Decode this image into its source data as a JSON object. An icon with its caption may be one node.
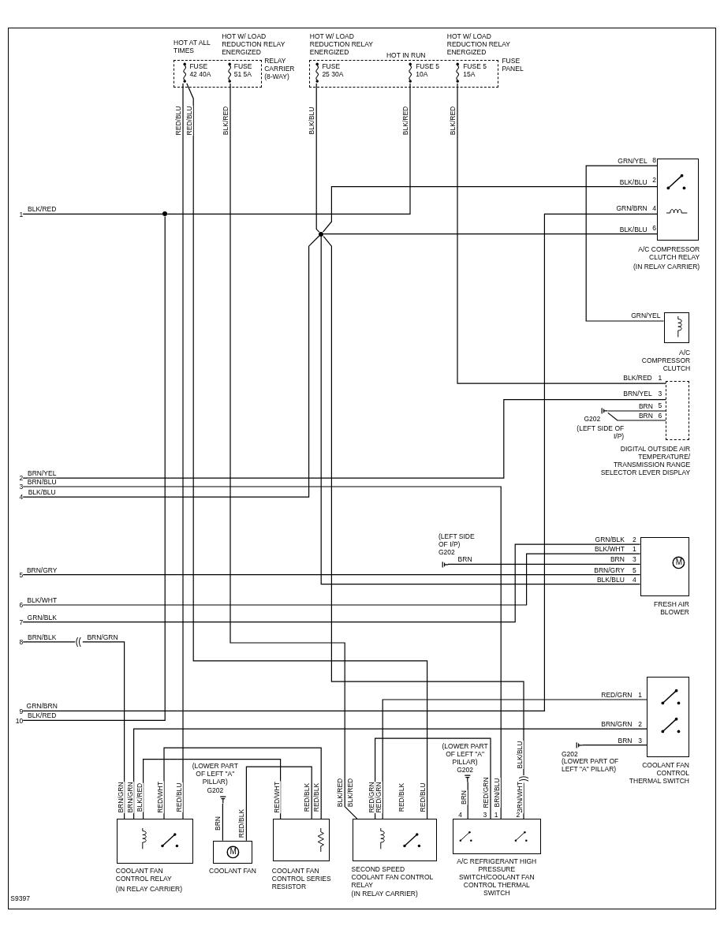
{
  "diagram": {
    "nodes": [
      {
        "text": [
          "RELAY CARRIER (8-WAY)"
        ]
      },
      {
        "text": [
          "FUSE 42 40A"
        ],
        "in": 0,
        "beside": [
          "HOT AT ALL TIMES"
        ]
      },
      {
        "text": [
          "FUSE 51 5A"
        ],
        "in": 0,
        "beside": [
          "HOT W/ LOAD REDUCTION RELAY ENERGIZED"
        ]
      },
      {
        "text": [
          "FUSE PANEL"
        ]
      },
      {
        "text": [
          "FUSE 25 30A"
        ],
        "in": 3,
        "beside": [
          "HOT W/ LOAD REDUCTION RELAY ENERGIZED"
        ]
      },
      {
        "text": [
          "FUSE 5 10A"
        ],
        "in": 3,
        "beside": [
          "HOT IN RUN"
        ]
      },
      {
        "text": [
          "FUSE 5 15A"
        ],
        "in": 3,
        "beside": [
          "HOT W/ LOAD REDUCTION RELAY ENERGIZED"
        ]
      },
      {
        "text": [
          "A/C COMPRESSOR CLUTCH RELAY",
          "(IN RELAY CARRIER)"
        ]
      },
      {
        "text": [
          "A/C COMPRESSOR CLUTCH"
        ]
      },
      {
        "text": [
          "DIGITAL OUTSIDE AIR TEMPERATURE/ TRANSMISSION RANGE SELECTOR LEVER DISPLAY"
        ]
      },
      {
        "text": [
          "FRESH AIR BLOWER"
        ]
      },
      {
        "text": [
          "COOLANT FAN CONTROL THERMAL SWITCH"
        ]
      },
      {
        "text": [
          "COOLANT FAN CONTROL RELAY",
          "(IN RELAY CARRIER)"
        ]
      },
      {
        "text": [
          "COOLANT FAN"
        ]
      },
      {
        "text": [
          "COOLANT FAN CONTROL SERIES RESISTOR"
        ]
      },
      {
        "text": [
          "SECOND SPEED COOLANT FAN CONTROL RELAY",
          "(IN RELAY CARRIER)"
        ]
      },
      {
        "text": [
          "A/C REFRIGERANT HIGH PRESSURE SWITCH/COOLANT FAN CONTROL THERMAL SWITCH"
        ]
      },
      {
        "text": [
          "G202",
          "(LEFT SIDE OF I/P)"
        ]
      },
      {
        "text": [
          "(LEFT SIDE OF I/P)",
          "G202"
        ]
      },
      {
        "text": [
          "G202",
          "(LOWER PART OF LEFT \"A\" PILLAR)"
        ]
      },
      {
        "text": [
          "(LOWER PART OF LEFT \"A\" PILLAR)",
          "G202"
        ]
      },
      {
        "text": [
          "(LOWER PART OF LEFT \"A\" PILLAR)",
          "G202"
        ]
      },
      {
        "text": [],
        "shape": "circle"
      },
      {
        "text": [],
        "shape": "circle"
      },
      {
        "text": [
          "1"
        ]
      },
      {
        "text": [
          "2"
        ]
      },
      {
        "text": [
          "3"
        ]
      },
      {
        "text": [
          "4"
        ]
      },
      {
        "text": [
          "5"
        ]
      },
      {
        "text": [
          "6"
        ]
      },
      {
        "text": [
          "7"
        ]
      },
      {
        "text": [
          "8"
        ]
      },
      {
        "text": [
          "9"
        ]
      },
      {
        "text": [
          "10"
        ]
      },
      {
        "text": [],
        "shape": "connector"
      },
      {
        "text": [],
        "shape": "connector"
      }
    ],
    "edges": [
      {
        "from": 1,
        "to": 12,
        "arrow": "none",
        "label": "RED/BLU"
      },
      {
        "from": 1,
        "to": 15,
        "arrow": "none",
        "label": "RED/BLU"
      },
      {
        "from": 2,
        "to": 15,
        "arrow": "none",
        "label": "BLK/RED"
      },
      {
        "from": 4,
        "to": 23,
        "arrow": "none",
        "label": "BLK/BLU"
      },
      {
        "from": 5,
        "to": 22,
        "arrow": "none",
        "label": "BLK/RED"
      },
      {
        "from": 6,
        "to": 9,
        "arrow": "none",
        "label": "BLK/RED"
      },
      {
        "from": 22,
        "to": 24,
        "arrow": "none",
        "label": "BLK/RED"
      },
      {
        "from": 22,
        "to": 33,
        "arrow": "none",
        "label": "BLK/RED"
      },
      {
        "from": 23,
        "to": 7,
        "arrow": "none",
        "label": "BLK/BLU"
      },
      {
        "from": 23,
        "to": 7,
        "arrow": "none",
        "label": "BLK/BLU"
      },
      {
        "from": 23,
        "to": 27,
        "arrow": "none",
        "label": "BLK/BLU"
      },
      {
        "from": 23,
        "to": 10,
        "arrow": "none",
        "label": "BLK/BLU"
      },
      {
        "from": 7,
        "to": 8,
        "arrow": "none",
        "label": "GRN/YEL"
      },
      {
        "from": 32,
        "to": 7,
        "arrow": "none",
        "label": "GRN/BRN"
      },
      {
        "from": 25,
        "to": 9,
        "arrow": "none",
        "label": "BRN/YEL"
      },
      {
        "from": 17,
        "to": 9,
        "arrow": "none",
        "label": "BRN"
      },
      {
        "from": 17,
        "to": 9,
        "arrow": "none",
        "label": "BRN"
      },
      {
        "from": 28,
        "to": 10,
        "arrow": "none",
        "label": "BRN/GRY"
      },
      {
        "from": 29,
        "to": 10,
        "arrow": "none",
        "label": "BLK/WHT"
      },
      {
        "from": 30,
        "to": 10,
        "arrow": "none",
        "label": "GRN/BLK"
      },
      {
        "from": 18,
        "to": 10,
        "arrow": "none",
        "label": "BRN"
      },
      {
        "from": 31,
        "to": 34,
        "arrow": "none",
        "label": "BRN/BLK"
      },
      {
        "from": 34,
        "to": 12,
        "arrow": "none",
        "label": "BRN/GRN"
      },
      {
        "from": 11,
        "to": 12,
        "arrow": "none",
        "label": "BRN/GRN"
      },
      {
        "from": 19,
        "to": 11,
        "arrow": "none",
        "label": "BRN"
      },
      {
        "from": 12,
        "to": 14,
        "arrow": "none",
        "label": "BLK/RED"
      },
      {
        "from": 12,
        "to": 14,
        "arrow": "none",
        "label": "RED/WHT"
      },
      {
        "from": 13,
        "to": 14,
        "arrow": "none",
        "label": "RED/BLK"
      },
      {
        "from": 20,
        "to": 13,
        "arrow": "none",
        "label": "BRN"
      },
      {
        "from": 15,
        "to": 11,
        "arrow": "none",
        "label": "RED/GRN"
      },
      {
        "from": 15,
        "to": 16,
        "arrow": "none",
        "label": "RED/GRN"
      },
      {
        "from": 26,
        "to": 16,
        "arrow": "none",
        "label": "BRN/BLU"
      },
      {
        "from": 16,
        "to": 35,
        "arrow": "none",
        "label": "BRN/WHT"
      },
      {
        "from": 35,
        "to": 23,
        "arrow": "none",
        "label": "BLK/BLU"
      },
      {
        "from": 21,
        "to": 16,
        "arrow": "none",
        "label": "BRN"
      }
    ],
    "labels": [
      "8",
      "2",
      "4",
      "6",
      "GRN/BRN",
      "GRN/YEL",
      "BLK/RED",
      "1",
      "BRN/YEL",
      "3",
      "5",
      "6",
      "BRN/BLU",
      "GRN/BLK",
      "2",
      "BLK/WHT",
      "1",
      "BRN",
      "3",
      "BRN/GRY",
      "5",
      "4",
      "1",
      "2",
      "3",
      "BRN/GRN",
      "BRN/GRN",
      "RED/BLU",
      "RED/WHT",
      "RED/BLK",
      "RED/BLK",
      "BLK/RED",
      "BLK/RED",
      "RED/BLK",
      "RED/BLU",
      "RED/GRN",
      "S9397",
      "M",
      "M",
      "RED/GRN",
      "4",
      "3",
      "1",
      "2"
    ]
  }
}
